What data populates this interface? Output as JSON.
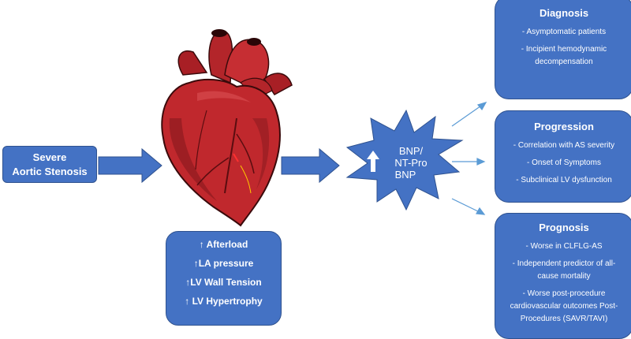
{
  "cause": {
    "line1": "Severe",
    "line2": "Aortic Stenosis"
  },
  "effects": [
    "↑ Afterload",
    "↑LA pressure",
    "↑LV Wall Tension",
    "↑ LV Hypertrophy"
  ],
  "biomarker": {
    "line1": "BNP/",
    "line2": "NT-Pro",
    "line3": "BNP"
  },
  "diagnosis": {
    "title": "Diagnosis",
    "items": [
      "- Asymptomatic patients",
      "- Incipient hemodynamic",
      "decompensation"
    ]
  },
  "progression": {
    "title": "Progression",
    "items": [
      "- Correlation with AS severity",
      "- Onset of Symptoms",
      "- Subclinical LV dysfunction"
    ]
  },
  "prognosis": {
    "title": "Prognosis",
    "items": [
      "- Worse in CLFLG-AS",
      "- Independent predictor of all-",
      "cause mortality",
      "- Worse post-procedure",
      "cardiovascular outcomes Post-",
      "Procedures (SAVR/TAVI)"
    ]
  },
  "colors": {
    "box_fill": "#4472c4",
    "box_border": "#2f528f",
    "arrow_fill": "#4472c4",
    "thin_arrow": "#5b9bd5",
    "heart_red": "#c0282d"
  },
  "icons": [
    "heart-illustration",
    "up-arrow-icon",
    "burst-shape"
  ]
}
